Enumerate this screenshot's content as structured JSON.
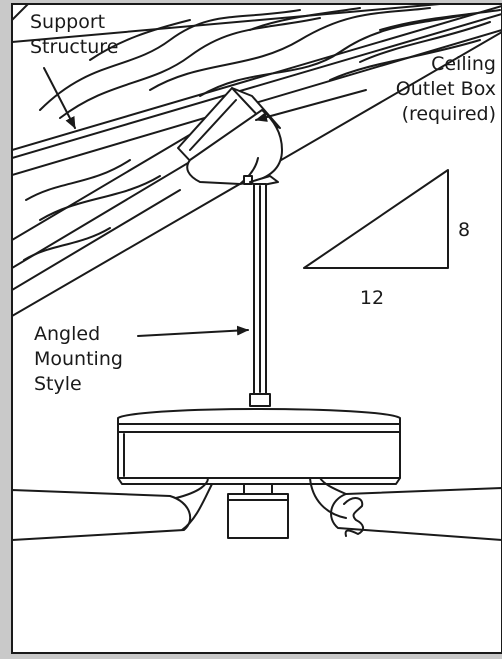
{
  "labels": {
    "support_line1": "Support",
    "support_line2": "Structure",
    "ceiling_line1": "Ceiling",
    "ceiling_line2": "Outlet Box",
    "ceiling_line3": "(required)",
    "angled_line1": "Angled",
    "angled_line2": "Mounting",
    "angled_line3": "Style",
    "pitch_rise": "8",
    "pitch_run": "12"
  },
  "colors": {
    "outline": "#1a1a1a",
    "frame_bg": "#c9c9c9",
    "panel_bg": "#ffffff"
  }
}
